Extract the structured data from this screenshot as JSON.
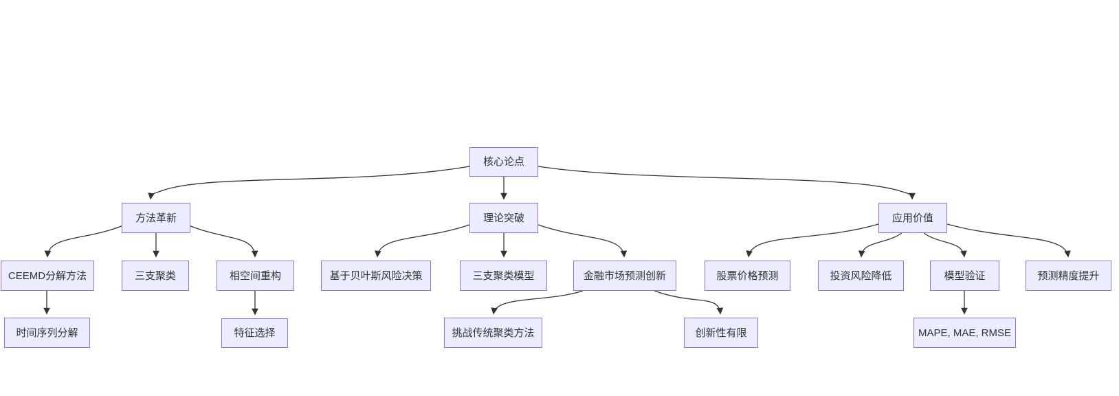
{
  "diagram": {
    "type": "flowchart",
    "direction": "top-down",
    "colors": {
      "background": "#ffffff",
      "node_fill": "#ECECFF",
      "node_border": "#9370DB",
      "node_text": "#333333",
      "edge": "#333333"
    },
    "nodes": [
      {
        "id": "core",
        "label": "核心论点"
      },
      {
        "id": "method",
        "label": "方法革新"
      },
      {
        "id": "theory",
        "label": "理论突破"
      },
      {
        "id": "application",
        "label": "应用价值"
      },
      {
        "id": "ceemd",
        "label": "CEEMD分解方法"
      },
      {
        "id": "threeway",
        "label": "三支聚类"
      },
      {
        "id": "phase",
        "label": "相空间重构"
      },
      {
        "id": "bayes",
        "label": "基于贝叶斯风险决策"
      },
      {
        "id": "twcmodel",
        "label": "三支聚类模型"
      },
      {
        "id": "finance",
        "label": "金融市场预测创新"
      },
      {
        "id": "stock",
        "label": "股票价格预测"
      },
      {
        "id": "risk",
        "label": "投资风险降低"
      },
      {
        "id": "validation",
        "label": "模型验证"
      },
      {
        "id": "accuracy",
        "label": "预测精度提升"
      },
      {
        "id": "timeseries",
        "label": "时间序列分解"
      },
      {
        "id": "feature",
        "label": "特征选择"
      },
      {
        "id": "challenge",
        "label": "挑战传统聚类方法"
      },
      {
        "id": "limited",
        "label": "创新性有限"
      },
      {
        "id": "metrics",
        "label": "MAPE, MAE, RMSE"
      }
    ],
    "edges": [
      {
        "from": "核心论点",
        "to": "方法革新"
      },
      {
        "from": "核心论点",
        "to": "理论突破"
      },
      {
        "from": "核心论点",
        "to": "应用价值"
      },
      {
        "from": "方法革新",
        "to": "CEEMD分解方法"
      },
      {
        "from": "方法革新",
        "to": "三支聚类"
      },
      {
        "from": "方法革新",
        "to": "相空间重构"
      },
      {
        "from": "理论突破",
        "to": "基于贝叶斯风险决策"
      },
      {
        "from": "理论突破",
        "to": "三支聚类模型"
      },
      {
        "from": "理论突破",
        "to": "金融市场预测创新"
      },
      {
        "from": "应用价值",
        "to": "股票价格预测"
      },
      {
        "from": "应用价值",
        "to": "投资风险降低"
      },
      {
        "from": "应用价值",
        "to": "模型验证"
      },
      {
        "from": "应用价值",
        "to": "预测精度提升"
      },
      {
        "from": "CEEMD分解方法",
        "to": "时间序列分解"
      },
      {
        "from": "相空间重构",
        "to": "特征选择"
      },
      {
        "from": "金融市场预测创新",
        "to": "挑战传统聚类方法"
      },
      {
        "from": "金融市场预测创新",
        "to": "创新性有限"
      },
      {
        "from": "模型验证",
        "to": "MAPE, MAE, RMSE"
      }
    ]
  }
}
